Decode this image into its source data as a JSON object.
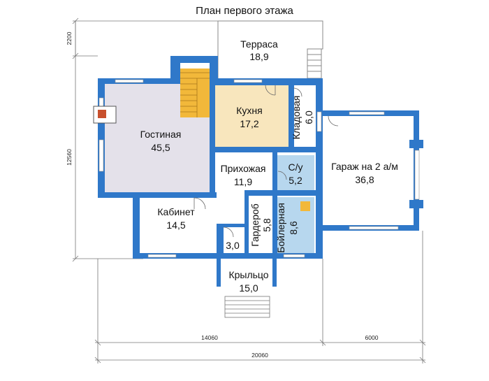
{
  "title": "План первого этажа",
  "rooms": {
    "terrace": {
      "name": "Терраса",
      "area": "18,9"
    },
    "kitchen": {
      "name": "Кухня",
      "area": "17,2"
    },
    "pantry": {
      "name": "Кладовая",
      "area": "6,0"
    },
    "living": {
      "name": "Гостиная",
      "area": "45,5"
    },
    "hall": {
      "name": "Прихожая",
      "area": "11,9"
    },
    "wc": {
      "name": "С/у",
      "area": "5,2"
    },
    "garage": {
      "name": "Гараж на 2 а/м",
      "area": "36,8"
    },
    "study": {
      "name": "Кабинет",
      "area": "14,5"
    },
    "vestibule": {
      "area": "3,0"
    },
    "wardrobe": {
      "name": "Гардероб",
      "area": "5,8"
    },
    "boiler": {
      "name": "Бойлерная",
      "area": "8,6"
    },
    "porch": {
      "name": "Крыльцо",
      "area": "15,0"
    }
  },
  "dimensions": {
    "top_left_vertical": "2200",
    "left_vertical": "12560",
    "bottom_house": "14060",
    "bottom_garage": "6000",
    "bottom_total": "20060"
  },
  "colors": {
    "wall": "#2f78c9",
    "living_floor": "#e4e1ea",
    "kitchen_floor": "#f8e6bd",
    "wet_floor": "#b7d7ee",
    "stair": "#f2b83a"
  }
}
